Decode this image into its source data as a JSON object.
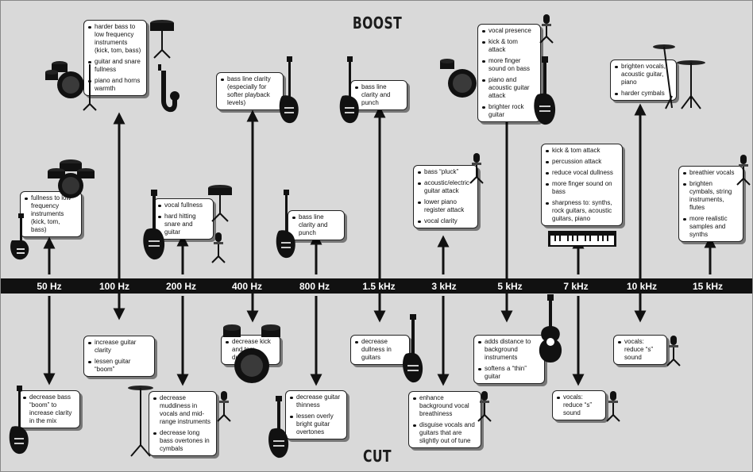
{
  "title_boost": "BOOST",
  "title_cut": "CUT",
  "frequencies": [
    "50 Hz",
    "100 Hz",
    "200 Hz",
    "400 Hz",
    "800 Hz",
    "1.5 kHz",
    "3 kHz",
    "5 kHz",
    "7 kHz",
    "10 kHz",
    "15 kHz"
  ],
  "boost_notes": {
    "hz50": [
      "fullness to low frequency instruments (kick, tom, bass)"
    ],
    "hz100": [
      "harder bass to low frequency instruments (kick, tom, bass)",
      "guitar and snare fullness",
      "piano and horns warmth"
    ],
    "hz200": [
      "vocal fullness",
      "hard hitting snare and guitar"
    ],
    "hz400": [
      "bass line clarity (especially for softer playback levels)"
    ],
    "hz800": [
      "bass line clarity and punch"
    ],
    "khz1_5": [
      "bass line clarity and punch"
    ],
    "khz3": [
      "bass “pluck”",
      "acoustic/electric guitar attack",
      "lower piano register attack",
      "vocal clarity"
    ],
    "khz5": [
      "vocal presence",
      "kick & tom attack",
      "more finger sound on bass",
      "piano and acoustic guitar attack",
      "brighter rock guitar"
    ],
    "khz7": [
      "kick & tom attack",
      "percussion attack",
      "reduce vocal dullness",
      "more finger sound on bass",
      "sharpness to: synths, rock guitars, acoustic guitars, piano"
    ],
    "khz10": [
      "brighten vocals, acoustic guitar, piano",
      "harder cymbals"
    ],
    "khz15": [
      "breathier vocals",
      "brighten cymbals, string instruments, flutes",
      "more realistic samples and synths"
    ]
  },
  "cut_notes": {
    "hz50": [
      "decrease bass “boom” to increase clarity in the mix"
    ],
    "hz100": [
      "increase guitar clarity",
      "lessen guitar “boom”"
    ],
    "hz200": [
      "decrease muddiness in vocals and mid-range instruments",
      "decrease long bass overtones in cymbals"
    ],
    "hz400": [
      "decrease kick and tom dullness"
    ],
    "hz800": [
      "decrease guitar thinness",
      "lessen overly bright guitar overtones"
    ],
    "khz1_5": [
      "decrease dullness in guitars"
    ],
    "khz3": [
      "enhance background vocal breathiness",
      "disguise vocals and guitars that are slightly out of tune"
    ],
    "khz5": [
      "adds distance to background instruments",
      "softens a “thin” guitar"
    ],
    "khz7": [
      "vocals: reduce “s” sound"
    ],
    "khz10": [
      "vocals: reduce “s” sound"
    ]
  },
  "icons": [
    "drum-kit-icon",
    "saxophone-icon",
    "snare-drum-icon",
    "bass-guitar-icon",
    "electric-guitar-icon",
    "acoustic-guitar-icon",
    "microphone-icon",
    "cymbal-stand-icon",
    "keyboard-icon",
    "tom-drums-icon"
  ]
}
